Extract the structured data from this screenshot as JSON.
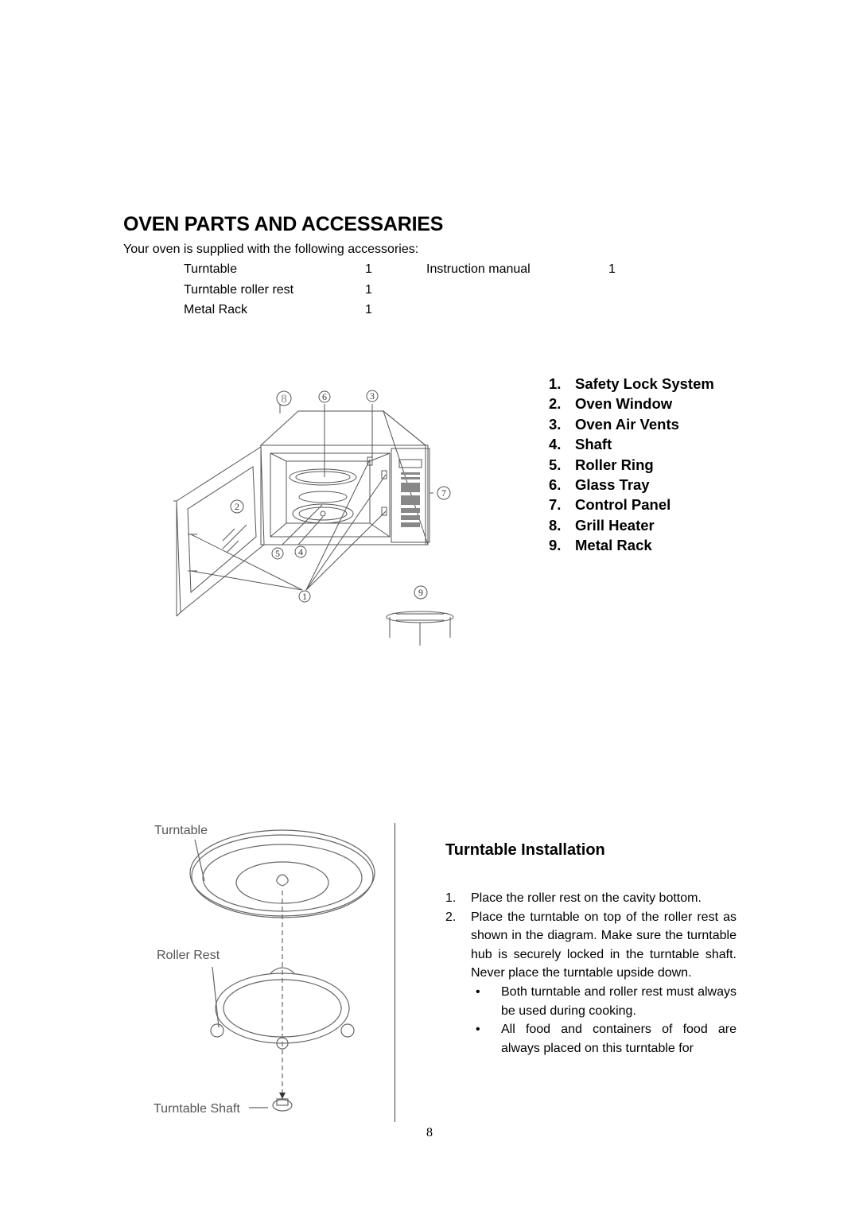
{
  "header": {
    "title": "OVEN PARTS AND ACCESSARIES",
    "intro": "Your oven is supplied with the following accessories:"
  },
  "accessories": [
    {
      "name": "Turntable",
      "qty": "1",
      "name2": "Instruction manual",
      "qty2": "1"
    },
    {
      "name": "Turntable roller rest",
      "qty": "1"
    },
    {
      "name": "Metal Rack",
      "qty": "1"
    }
  ],
  "parts": [
    {
      "num": "1.",
      "label": "Safety Lock System"
    },
    {
      "num": "2.",
      "label": "Oven Window"
    },
    {
      "num": "3.",
      "label": "Oven Air Vents"
    },
    {
      "num": "4.",
      "label": "Shaft"
    },
    {
      "num": "5.",
      "label": "Roller Ring"
    },
    {
      "num": "6.",
      "label": "Glass Tray"
    },
    {
      "num": "7.",
      "label": "Control Panel"
    },
    {
      "num": "8.",
      "label": "Grill Heater"
    },
    {
      "num": "9.",
      "label": "Metal Rack"
    }
  ],
  "diagram_callouts": {
    "c1": "1",
    "c2": "2",
    "c3": "3",
    "c4": "4",
    "c5": "5",
    "c6": "6",
    "c7": "7",
    "c8": "8",
    "c9": "9"
  },
  "turntable_diagram": {
    "turntable": "Turntable",
    "roller_rest": "Roller Rest",
    "shaft": "Turntable Shaft"
  },
  "installation": {
    "title": "Turntable Installation",
    "steps": [
      {
        "n": "1.",
        "text": "Place the roller rest on the cavity bottom."
      },
      {
        "n": "2.",
        "text": "Place the turntable on top of the roller rest as shown in the diagram. Make sure the turntable hub is securely locked in the turntable shaft. Never place the turntable upside down."
      }
    ],
    "bullets": [
      {
        "b": "•",
        "text": "Both turntable and roller rest must always be used during cooking."
      },
      {
        "b": "•",
        "text": "All food and containers of food are always placed on this turntable for"
      }
    ]
  },
  "footer": {
    "page": "8"
  }
}
